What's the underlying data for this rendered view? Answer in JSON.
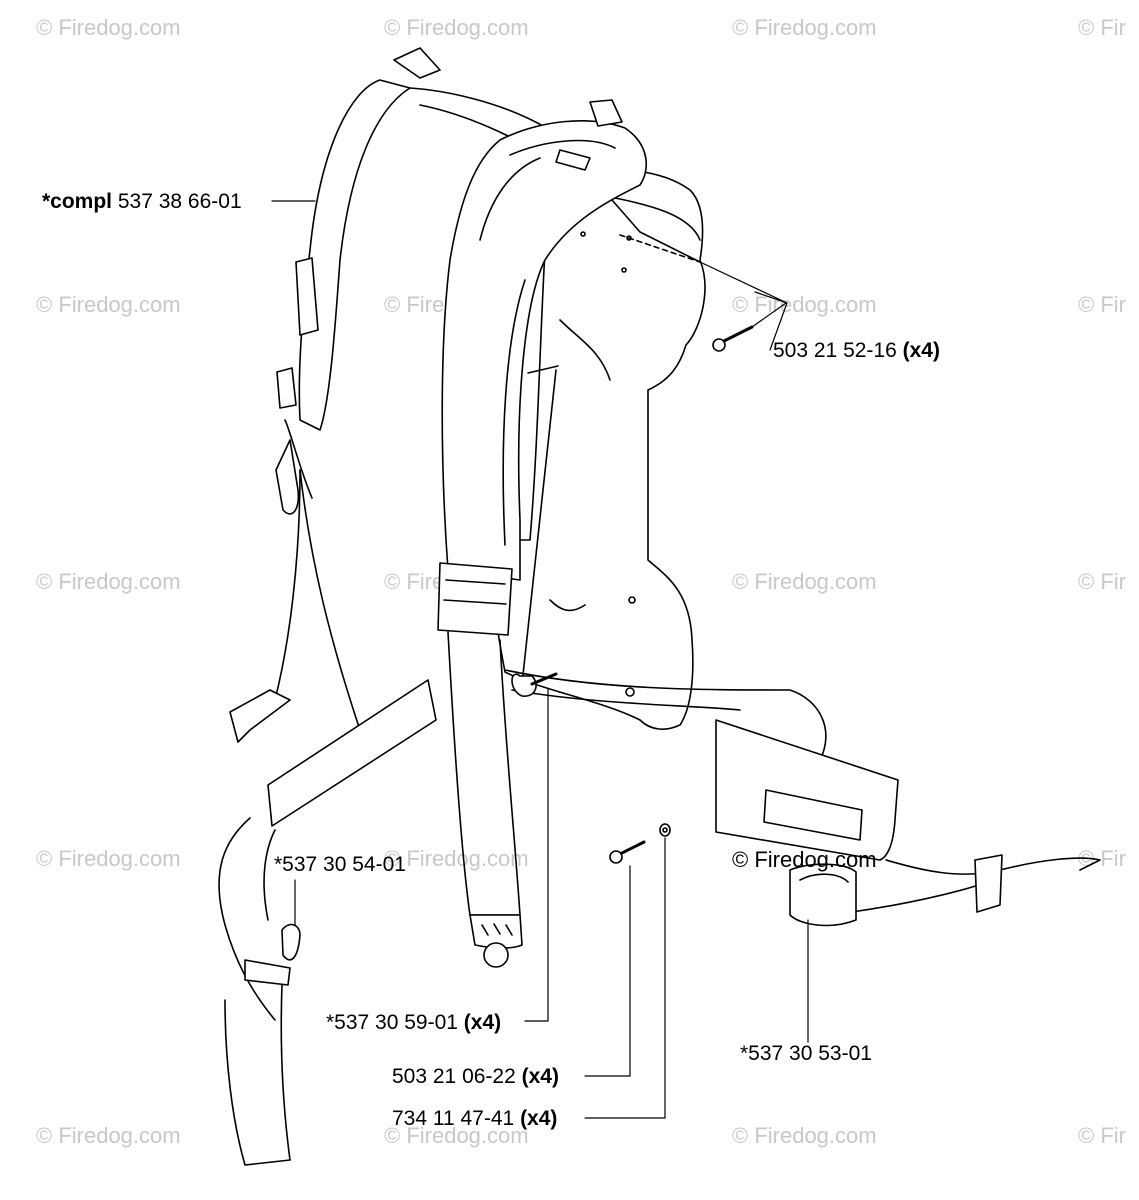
{
  "watermark": "© Firedog.com",
  "watermark_cut": "© Fir",
  "copyright": "© Firedog.com",
  "parts": [
    {
      "prefix": "*compl",
      "number": "537 38 66-01",
      "qty": ""
    },
    {
      "prefix": "",
      "number": "503 21 52-16",
      "qty": "(x4)"
    },
    {
      "prefix": "",
      "number": "*537 30 54-01",
      "qty": ""
    },
    {
      "prefix": "",
      "number": "*537 30 59-01",
      "qty": "(x4)"
    },
    {
      "prefix": "",
      "number": "503 21 06-22",
      "qty": "(x4)"
    },
    {
      "prefix": "",
      "number": "734 11 47-41",
      "qty": "(x4)"
    },
    {
      "prefix": "",
      "number": "*537 30 53-01",
      "qty": ""
    }
  ]
}
